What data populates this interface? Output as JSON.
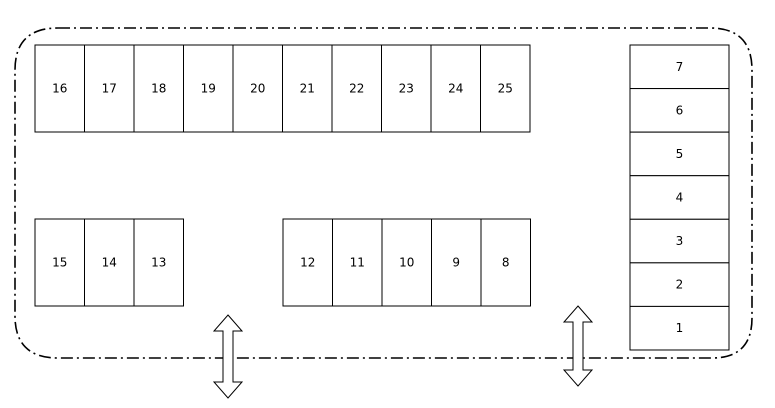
{
  "colors": {
    "line": "#000000",
    "background": "#ffffff"
  },
  "top_row": [
    {
      "label": "16"
    },
    {
      "label": "17"
    },
    {
      "label": "18"
    },
    {
      "label": "19"
    },
    {
      "label": "20"
    },
    {
      "label": "21"
    },
    {
      "label": "22"
    },
    {
      "label": "23"
    },
    {
      "label": "24"
    },
    {
      "label": "25"
    }
  ],
  "bottom_left_row": [
    {
      "label": "15"
    },
    {
      "label": "14"
    },
    {
      "label": "13"
    }
  ],
  "bottom_right_row": [
    {
      "label": "12"
    },
    {
      "label": "11"
    },
    {
      "label": "10"
    },
    {
      "label": "9"
    },
    {
      "label": "8"
    }
  ],
  "right_column": [
    {
      "label": "7"
    },
    {
      "label": "6"
    },
    {
      "label": "5"
    },
    {
      "label": "4"
    },
    {
      "label": "3"
    },
    {
      "label": "2"
    },
    {
      "label": "1"
    }
  ],
  "arrows": [
    {
      "name": "left-entrance-arrow",
      "direction": "vertical-double"
    },
    {
      "name": "right-entrance-arrow",
      "direction": "vertical-double"
    }
  ]
}
